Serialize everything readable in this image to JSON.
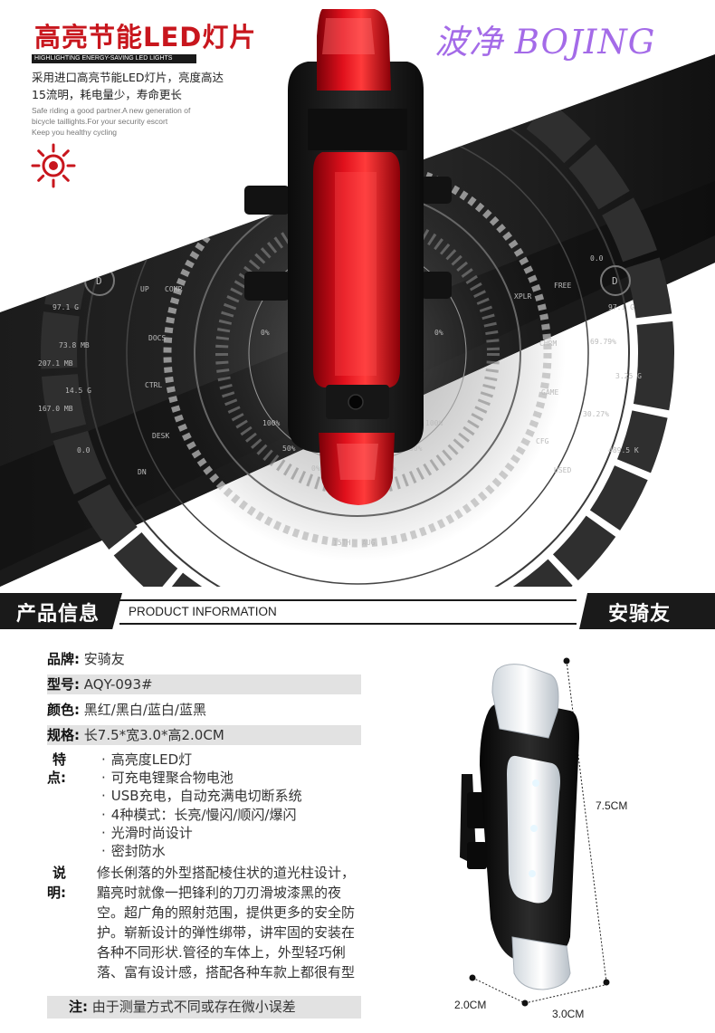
{
  "hero": {
    "title": "高亮节能LED灯片",
    "strip": "HIGHLIGHTING ENERGY-SAVING LED LIGHTS",
    "desc_lines": [
      "采用进口高亮节能LED灯片，亮度高达",
      "15流明，耗电量少，寿命更长"
    ],
    "en_lines": [
      "Safe riding a good partner.A new generation of",
      "bicycle taillights.For your security escort",
      "Keep you healthy cycling"
    ],
    "brand": "波净 BOJING",
    "dial": {
      "left": [
        "UP",
        "COMP",
        "DOCS",
        "CTRL",
        "DESK",
        "DN"
      ],
      "right": [
        "FREE",
        "XPLR",
        "CHRM",
        "GAME",
        "CFG",
        "USED"
      ],
      "left_stats": [
        "97.1 G",
        "73.8 MB",
        "207.1 MB",
        "14.5 G",
        "167.0 MB",
        "0.0"
      ],
      "right_stats": [
        "0.0",
        "97.1 G",
        "69.79%",
        "3.25 G",
        "30.27%",
        "489.5 K"
      ],
      "ticks": [
        "0%",
        "0%",
        "100%",
        "100%",
        "50%",
        "50%",
        "0%",
        "0%"
      ],
      "date": [
        "15TH",
        "AUG"
      ],
      "d_marks": [
        "D",
        "D"
      ]
    },
    "accent": "#c8161d",
    "brand_color": "#a46be8"
  },
  "info_bar": {
    "cn_title": "产品信息",
    "en_title": "PRODUCT INFORMATION",
    "brand": "安骑友"
  },
  "specs": [
    {
      "label": "品牌:",
      "value": "安骑友"
    },
    {
      "label": "型号:",
      "value": "AQY-093#"
    },
    {
      "label": "颜色:",
      "value": "黑红/黑白/蓝白/蓝黑"
    },
    {
      "label": "规格:",
      "value": "长7.5*宽3.0*高2.0CM"
    }
  ],
  "features": {
    "label": "特点:",
    "items": [
      "高亮度LED灯",
      "可充电锂聚合物电池",
      "USB充电，自动充满电切断系统",
      "4种模式：长亮/慢闪/顺闪/爆闪",
      "光滑时尚设计",
      "密封防水"
    ]
  },
  "description": {
    "label": "说明:",
    "text": "修长俐落的外型搭配棱住状的道光柱设计，黯亮时就像一把锋利的刀刃滑坡漆黑的夜空。超广角的照射范围，提供更多的安全防护。崭新设计的弹性绑带，讲牢固的安装在各种不同形状.管径的车体上，外型轻巧俐落、富有设计感，搭配各种车款上都很有型"
  },
  "note": {
    "label": "注:",
    "value": "由于测量方式不同或存在微小误差"
  },
  "dimensions": {
    "length": "7.5CM",
    "height": "2.0CM",
    "width": "3.0CM"
  }
}
